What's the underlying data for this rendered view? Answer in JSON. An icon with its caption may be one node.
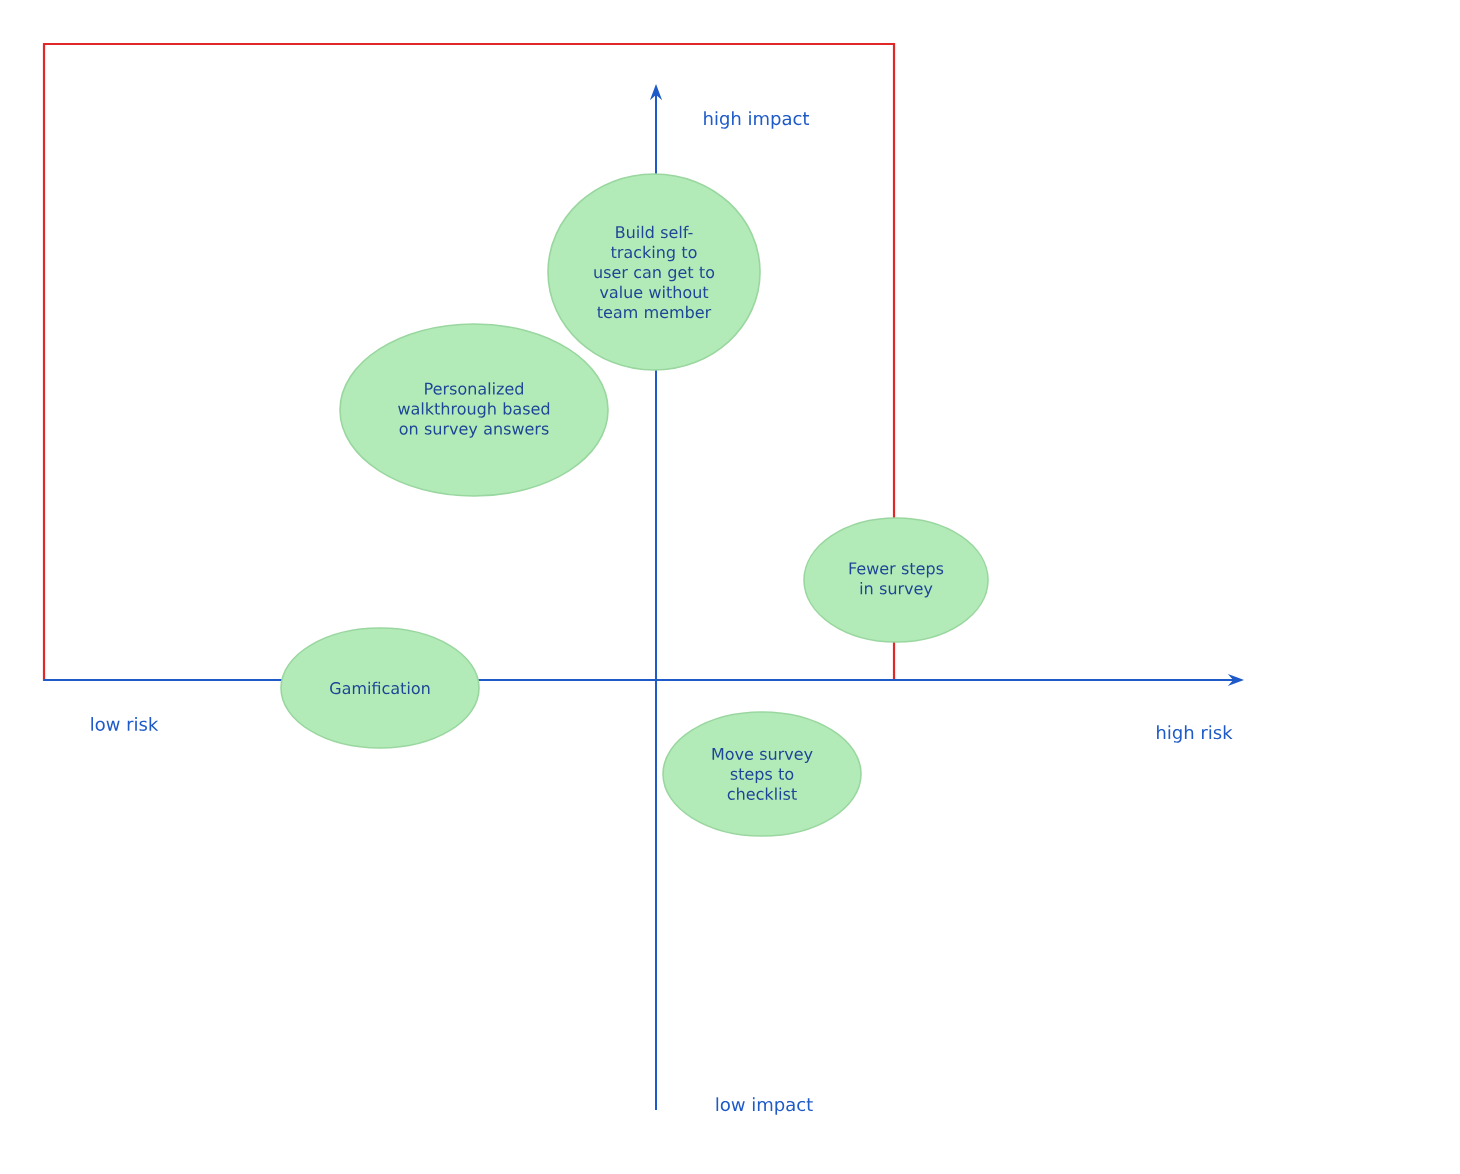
{
  "diagram": {
    "nodes": [
      {
        "text": [
          "Build self-tracking to user can get to value without team member"
        ]
      },
      {
        "text": [
          "Personalized walkthrough based on survey answers"
        ]
      },
      {
        "text": [
          "Fewer steps in survey"
        ]
      },
      {
        "text": [
          "Gamification"
        ]
      },
      {
        "text": [
          "Move survey steps to checklist"
        ]
      }
    ],
    "labels": [
      "high impact",
      "low risk",
      "high risk",
      "low impact"
    ]
  }
}
